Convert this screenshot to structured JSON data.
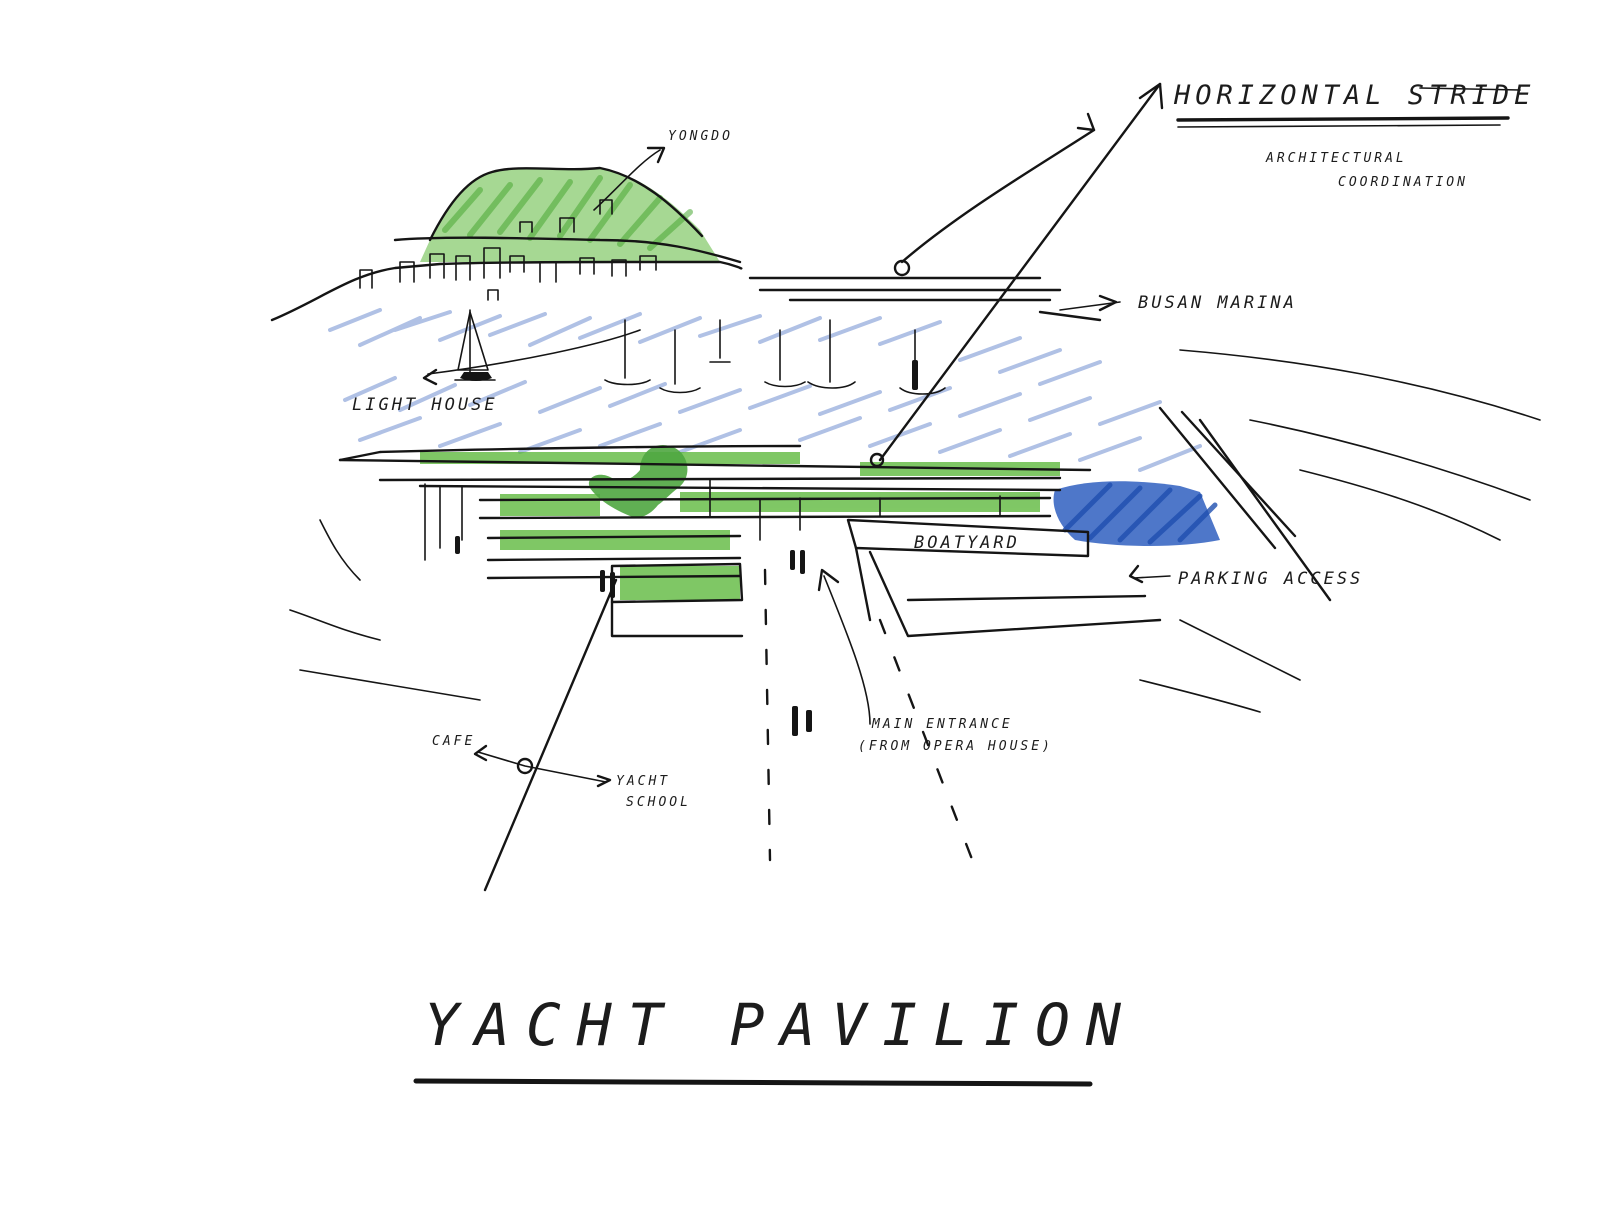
{
  "title": "YACHT PAVILION",
  "labels": {
    "yongdo": "YONGDO",
    "horizontal_stride": "HORIZONTAL STRIDE",
    "architectural": "ARCHITECTURAL",
    "coordination": "COORDINATION",
    "busan_marina": "BUSAN MARINA",
    "light_house": "LIGHT HOUSE",
    "boatyard": "BOATYARD",
    "parking_access": "PARKING ACCESS",
    "main_entrance": "MAIN ENTRANCE",
    "from_opera_house": "(FROM OPERA HOUSE)",
    "cafe": "CAFE",
    "yacht": "YACHT",
    "school": "SCHOOL"
  },
  "colors": {
    "ink": "#151515",
    "green": "#5cb83a",
    "green_dark": "#3f9a2e",
    "blue_light": "#8aa4d8",
    "blue_dark": "#2f5fc0"
  }
}
